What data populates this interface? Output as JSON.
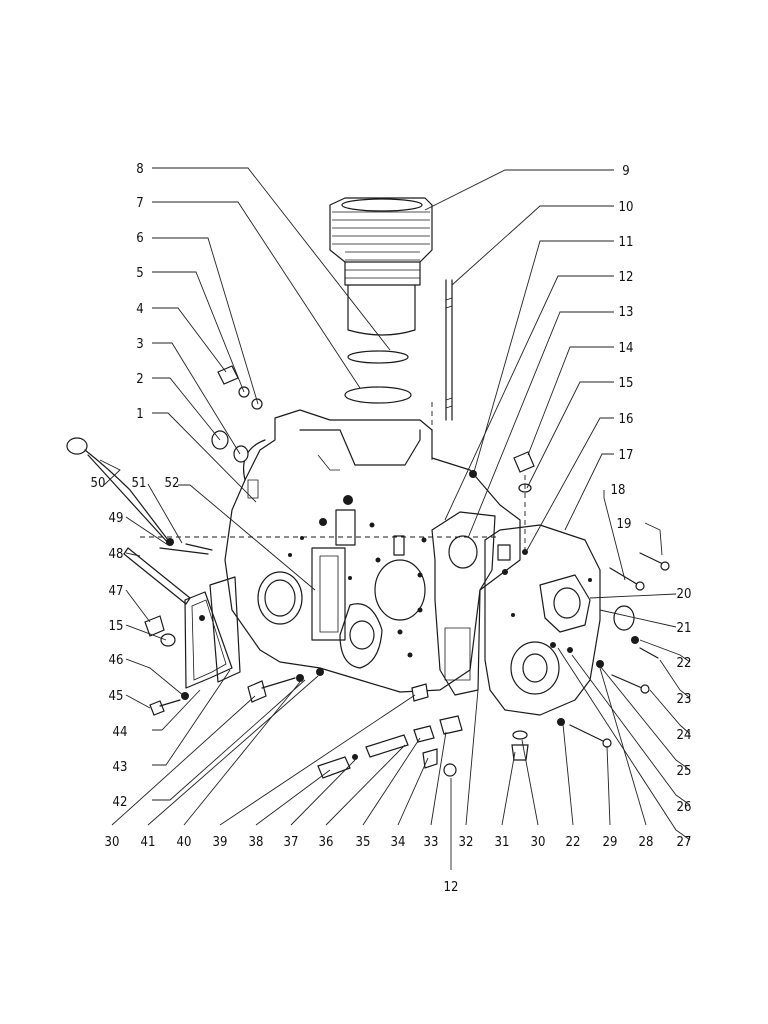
{
  "callouts": [
    {
      "id": "1",
      "label": "1"
    },
    {
      "id": "2",
      "label": "2"
    },
    {
      "id": "3",
      "label": "3"
    },
    {
      "id": "4",
      "label": "4"
    },
    {
      "id": "5",
      "label": "5"
    },
    {
      "id": "6",
      "label": "6"
    },
    {
      "id": "7",
      "label": "7"
    },
    {
      "id": "8",
      "label": "8"
    },
    {
      "id": "9",
      "label": "9"
    },
    {
      "id": "10",
      "label": "10"
    },
    {
      "id": "11",
      "label": "11"
    },
    {
      "id": "12a",
      "label": "12"
    },
    {
      "id": "13",
      "label": "13"
    },
    {
      "id": "14",
      "label": "14"
    },
    {
      "id": "15a",
      "label": "15"
    },
    {
      "id": "16",
      "label": "16"
    },
    {
      "id": "17",
      "label": "17"
    },
    {
      "id": "18",
      "label": "18"
    },
    {
      "id": "19",
      "label": "19"
    },
    {
      "id": "20",
      "label": "20"
    },
    {
      "id": "21",
      "label": "21"
    },
    {
      "id": "22a",
      "label": "22"
    },
    {
      "id": "23",
      "label": "23"
    },
    {
      "id": "24",
      "label": "24"
    },
    {
      "id": "25",
      "label": "25"
    },
    {
      "id": "26",
      "label": "26"
    },
    {
      "id": "27",
      "label": "27"
    },
    {
      "id": "28",
      "label": "28"
    },
    {
      "id": "29",
      "label": "29"
    },
    {
      "id": "22b",
      "label": "22"
    },
    {
      "id": "30a",
      "label": "30"
    },
    {
      "id": "31",
      "label": "31"
    },
    {
      "id": "32",
      "label": "32"
    },
    {
      "id": "33",
      "label": "33"
    },
    {
      "id": "34",
      "label": "34"
    },
    {
      "id": "35",
      "label": "35"
    },
    {
      "id": "36",
      "label": "36"
    },
    {
      "id": "37",
      "label": "37"
    },
    {
      "id": "38",
      "label": "38"
    },
    {
      "id": "39",
      "label": "39"
    },
    {
      "id": "40",
      "label": "40"
    },
    {
      "id": "41",
      "label": "41"
    },
    {
      "id": "30b",
      "label": "30"
    },
    {
      "id": "12b",
      "label": "12"
    },
    {
      "id": "42",
      "label": "42"
    },
    {
      "id": "43",
      "label": "43"
    },
    {
      "id": "44",
      "label": "44"
    },
    {
      "id": "45",
      "label": "45"
    },
    {
      "id": "46",
      "label": "46"
    },
    {
      "id": "15b",
      "label": "15"
    },
    {
      "id": "47",
      "label": "47"
    },
    {
      "id": "48",
      "label": "48"
    },
    {
      "id": "49",
      "label": "49"
    },
    {
      "id": "50",
      "label": "50"
    },
    {
      "id": "51",
      "label": "51"
    },
    {
      "id": "52",
      "label": "52"
    }
  ]
}
